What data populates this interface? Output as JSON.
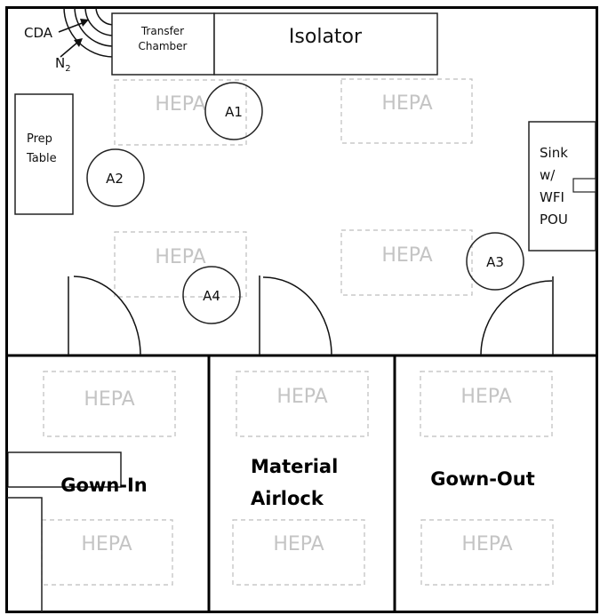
{
  "diagram": {
    "type": "cleanroom-floor-plan",
    "colors": {
      "wall": "#000000",
      "equipment_outline": "#222222",
      "hepa_outline": "#bdbdbd",
      "hepa_text": "#c4c4c4",
      "text": "#111111"
    },
    "gas_lines": {
      "cda_label": "CDA",
      "n2_label": "N",
      "n2_subscript": "2"
    },
    "equipment": {
      "transfer_chamber": {
        "line1": "Transfer",
        "line2": "Chamber"
      },
      "isolator": "Isolator",
      "prep_table": {
        "line1": "Prep",
        "line2": "Table"
      },
      "sink": {
        "line1": "Sink",
        "line2": "w/",
        "line3": "WFI",
        "line4": "POU"
      }
    },
    "hepa_label": "HEPA",
    "sample_points": [
      {
        "id": "A1",
        "label": "A1"
      },
      {
        "id": "A2",
        "label": "A2"
      },
      {
        "id": "A3",
        "label": "A3"
      },
      {
        "id": "A4",
        "label": "A4"
      }
    ],
    "rooms": {
      "gown_in": "Gown-In",
      "material_airlock": {
        "line1": "Material",
        "line2": "Airlock"
      },
      "gown_out": "Gown-Out"
    }
  }
}
